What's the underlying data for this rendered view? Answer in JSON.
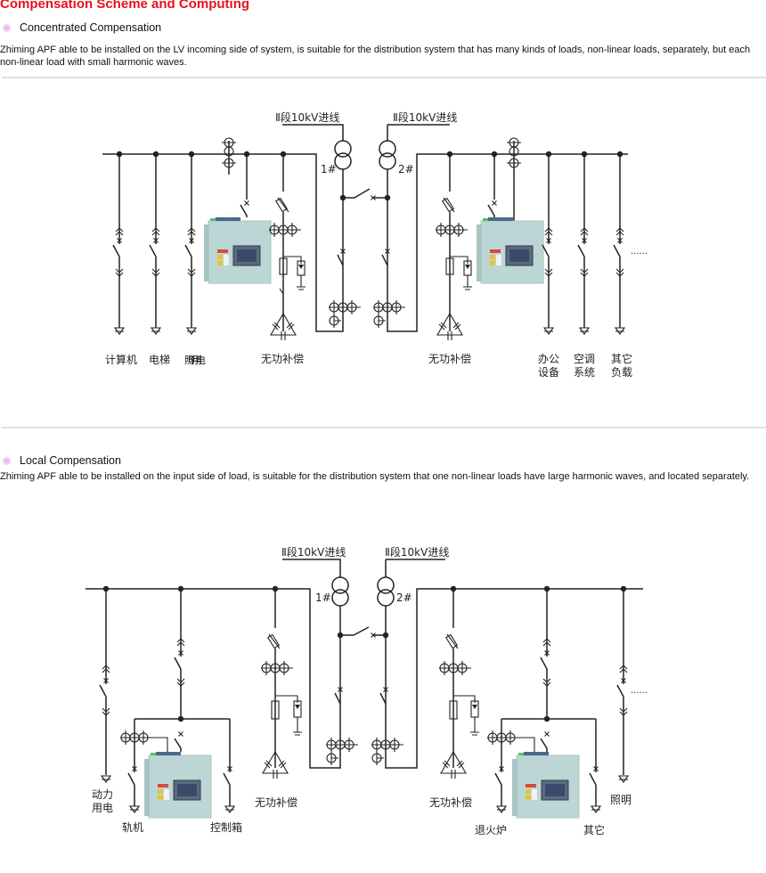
{
  "page": {
    "title": "Compensation Scheme and Computing"
  },
  "sections": [
    {
      "heading": "Concentrated Compensation",
      "description": "Zhiming APF able to be installed on the LV incoming side of system, is suitable for the distribution system that has many kinds of loads, non-linear loads, separately, but each non-linear load with small harmonic waves.",
      "diagram": {
        "incoming_left": "Ⅱ段10kV进线",
        "incoming_right": "Ⅱ段10kV进线",
        "transformer_left": "1#",
        "transformer_right": "2#",
        "reactive_comp_left": "无功补偿",
        "reactive_comp_right": "无功补偿",
        "loads_left": [
          "计算机",
          "电梯",
          "照明用电"
        ],
        "loads_right": [
          "办公设备",
          "空调系统",
          "其它负载"
        ],
        "ellipsis": "......"
      }
    },
    {
      "heading": "Local Compensation",
      "description": "Zhiming APF able to be installed on the input side of load, is suitable for the distribution system that one non-linear loads have large harmonic waves, and located separately.",
      "diagram": {
        "incoming_left": "Ⅱ段10kV进线",
        "incoming_right": "Ⅱ段10kV进线",
        "transformer_left": "1#",
        "transformer_right": "2#",
        "reactive_comp_left": "无功补偿",
        "reactive_comp_right": "无功补偿",
        "loads_left": [
          "动力用电",
          "轨机",
          "控制箱"
        ],
        "loads_right": [
          "退火炉",
          "其它",
          "照明"
        ],
        "ellipsis": "......"
      }
    }
  ],
  "colors": {
    "title": "#e8101a",
    "bullet": "#f0b8ea",
    "apf_cabinet": "#bcd6d6",
    "apf_screen": "#3a4a6a"
  }
}
